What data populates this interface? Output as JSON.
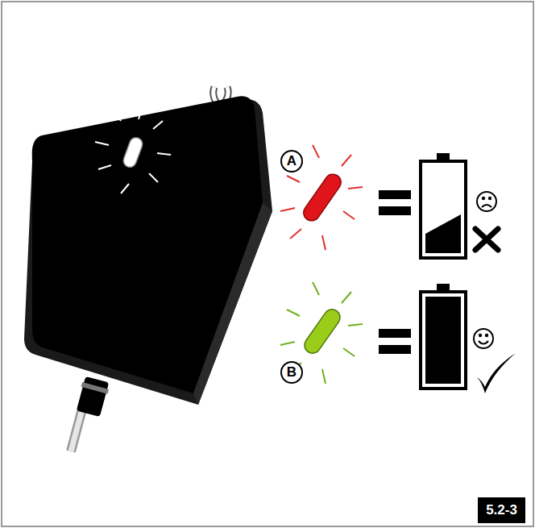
{
  "diagram": {
    "nodes": [
      {
        "text": [
          "A"
        ]
      },
      {
        "text": [
          "B"
        ]
      },
      {
        "text": [
          "5.2-3"
        ]
      }
    ]
  }
}
